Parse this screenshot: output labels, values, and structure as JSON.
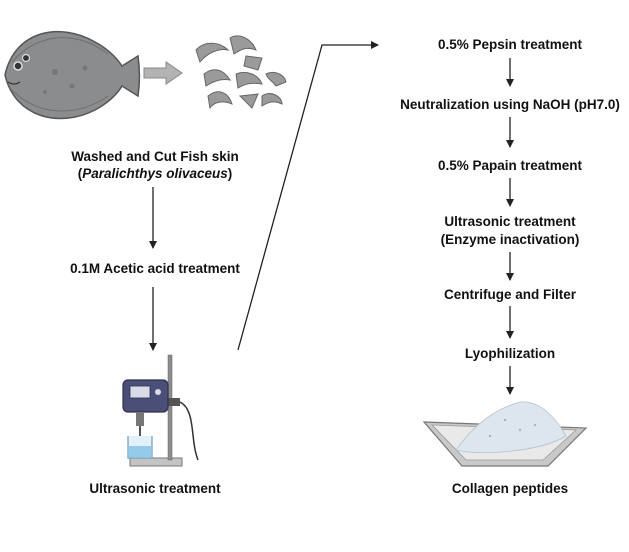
{
  "left_flow": {
    "step1_line1": "Washed and Cut Fish skin",
    "step1_line2": "Paralichthys olivaceus",
    "step2": "0.1M Acetic acid treatment",
    "step3": "Ultrasonic treatment"
  },
  "right_flow": {
    "steps": [
      "0.5% Pepsin treatment",
      "Neutralization using NaOH (pH7.0)",
      "0.5% Papain treatment",
      "Ultrasonic treatment",
      "(Enzyme inactivation)",
      "Centrifuge and Filter",
      "Lyophilization",
      "Collagen peptides"
    ]
  },
  "icons": [
    "flounder-fish-icon",
    "fish-skin-pieces-icon",
    "ultrasonic-homogenizer-icon",
    "powder-tray-icon"
  ],
  "colors": {
    "fish": "#8a8c8e",
    "skin": "#9a9a9a",
    "device_body": "#4b4f78",
    "arrow": "#222222",
    "powder": "#dde6ee"
  }
}
